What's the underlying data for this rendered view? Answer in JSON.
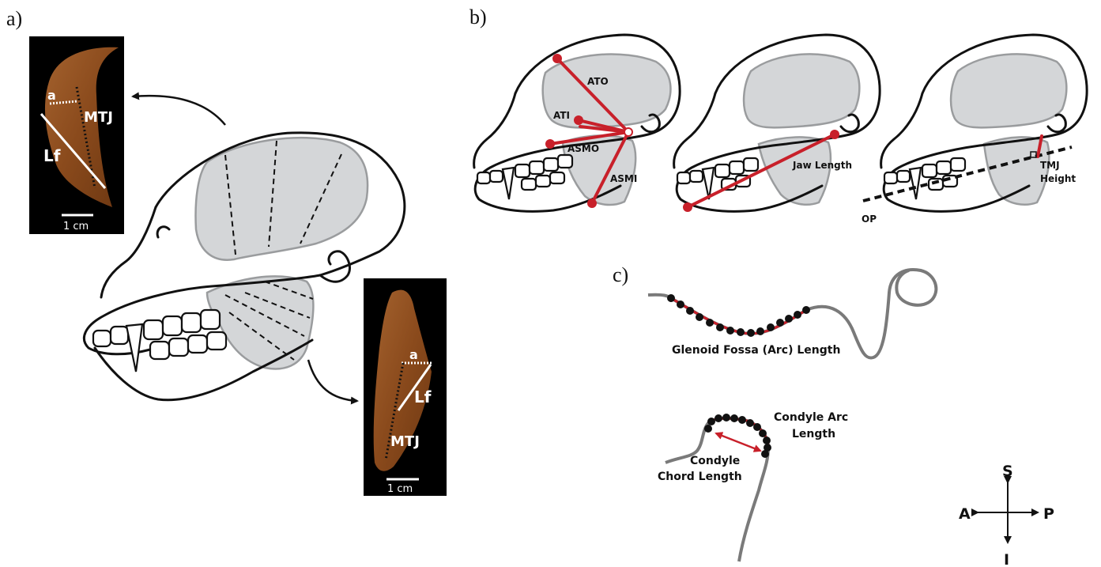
{
  "panels": {
    "a": {
      "label": "a)"
    },
    "b": {
      "label": "b)"
    },
    "c": {
      "label": "c)"
    }
  },
  "photo_top": {
    "labels": {
      "a": "a",
      "mtj": "MTJ",
      "lf": "Lf"
    },
    "scale": "1 cm",
    "muscle_color": "#8a4a1c"
  },
  "photo_bottom": {
    "labels": {
      "a": "a",
      "lf": "Lf",
      "mtj": "MTJ"
    },
    "scale": "1 cm",
    "muscle_color": "#8a4a1c"
  },
  "panel_b": {
    "skull1": {
      "ato": "ATO",
      "ati": "ATI",
      "asmo": "ASMO",
      "asmi": "ASMI"
    },
    "skull2": {
      "jaw_length": "Jaw Length"
    },
    "skull3": {
      "op": "OP",
      "tmj_line1": "TMJ",
      "tmj_line2": "Height"
    },
    "accent_color": "#c8202a"
  },
  "panel_c": {
    "glenoid": "Glenoid Fossa (Arc) Length",
    "condyle_arc_line1": "Condyle Arc",
    "condyle_arc_line2": "Length",
    "condyle_chord_line1": "Condyle",
    "condyle_chord_line2": "Chord Length"
  },
  "orientation": {
    "s": "S",
    "a": "A",
    "p": "P",
    "i": "I"
  }
}
